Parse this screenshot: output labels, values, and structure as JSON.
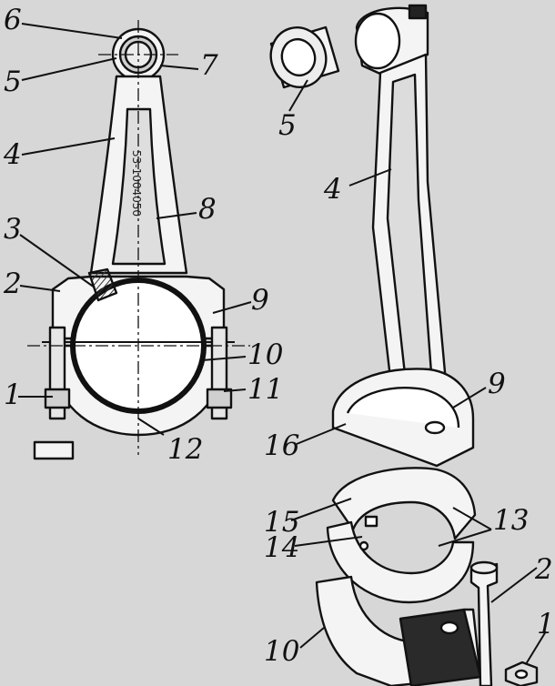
{
  "figure": {
    "stamp_text": "53-1004050",
    "callouts": [
      "6",
      "5",
      "7",
      "4",
      "8",
      "3",
      "2",
      "9",
      "10",
      "1",
      "11",
      "12",
      "5",
      "4",
      "9",
      "16",
      "15",
      "13",
      "14",
      "10",
      "2",
      "1"
    ]
  },
  "colors": {
    "background": "#d7d7d7",
    "ink": "#111111",
    "part_fill": "#f4f4f4",
    "shade": "#8a8a8a"
  }
}
